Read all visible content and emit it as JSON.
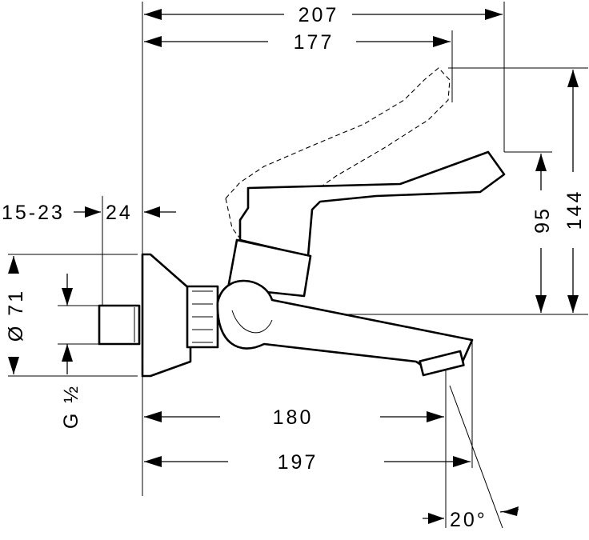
{
  "dimensions": {
    "overall_length": "207",
    "handle_reach": "177",
    "wall_distance_range": "15-23",
    "flange_depth": "24",
    "diameter": "Ø 71",
    "thread": "G ½",
    "spout_reach": "180",
    "spout_reach_total": "197",
    "handle_height": "95",
    "total_height": "144",
    "spout_angle": "20°"
  }
}
